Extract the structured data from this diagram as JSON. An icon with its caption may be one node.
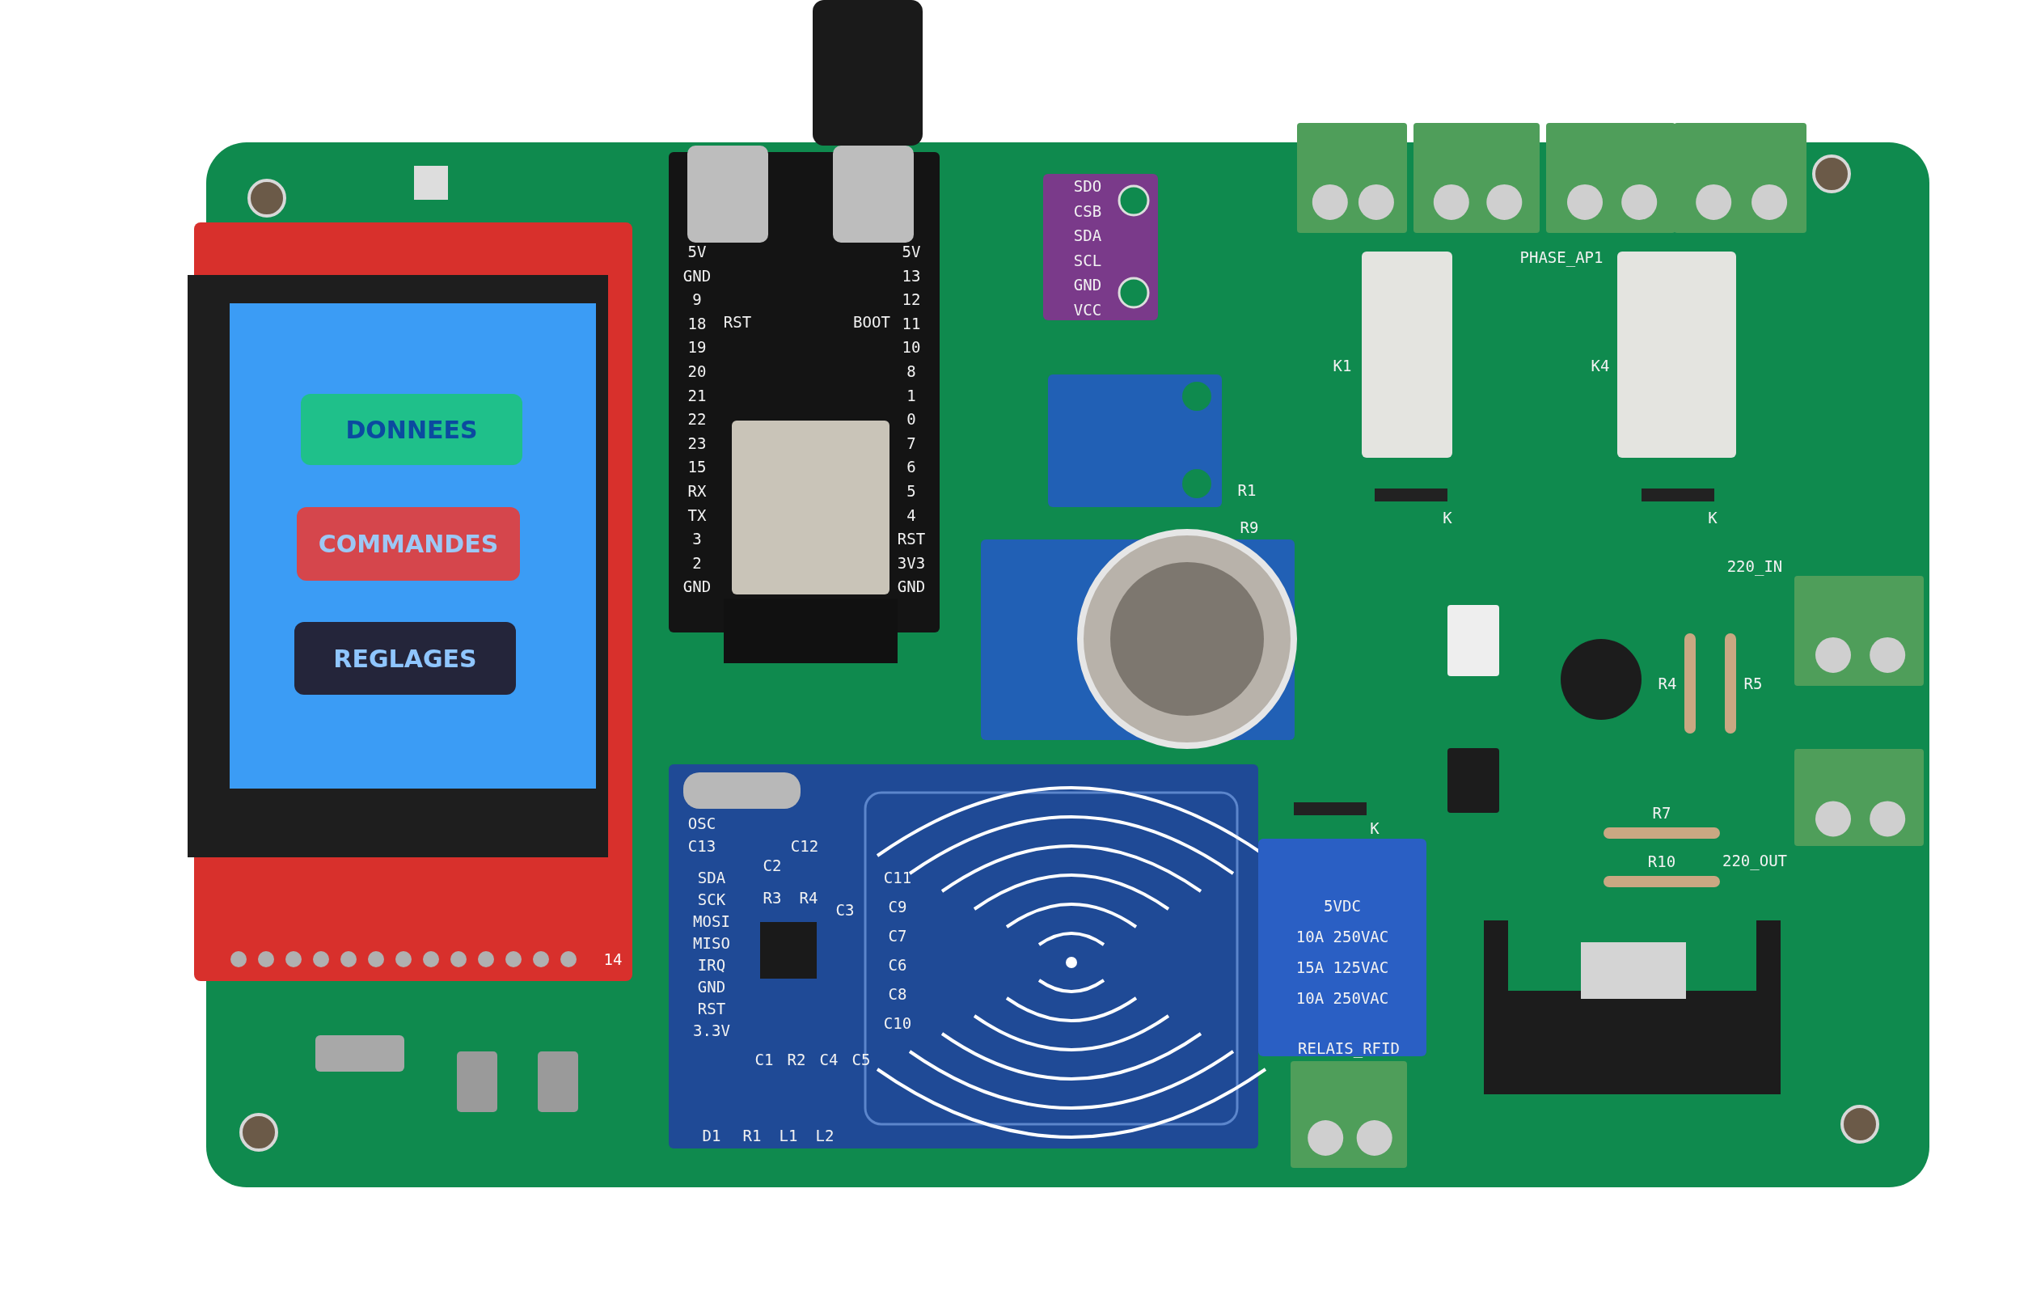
{
  "diagram": {
    "nodes": [
      {
        "text": [
          "DONNEES"
        ]
      },
      {
        "text": [
          "COMMANDES"
        ]
      },
      {
        "text": [
          "REGLAGES"
        ]
      }
    ],
    "labels": [
      "5V",
      "GND",
      "9",
      "18",
      "19",
      "20",
      "21",
      "22",
      "23",
      "15",
      "RX",
      "TX",
      "3",
      "2",
      "GND",
      "5V",
      "13",
      "12",
      "11",
      "10",
      "8",
      "1",
      "0",
      "7",
      "6",
      "5",
      "4",
      "RST",
      "3V3",
      "GND",
      "RST",
      "BOOT",
      "SDO",
      "CSB",
      "SDA",
      "SCL",
      "GND",
      "VCC",
      "R1",
      "R9",
      "PHASE_AP1",
      "K1",
      "K4",
      "K",
      "K",
      "220_IN",
      "220_OUT",
      "R4",
      "R5",
      "R7",
      "R10",
      "K",
      "RELAIS_RFID",
      "5VDC",
      "10A 250VAC",
      "15A 125VAC",
      "10A 250VAC",
      "OSC",
      "C13",
      "C12",
      "SDA",
      "SCK",
      "MOSI",
      "MISO",
      "IRQ",
      "GND",
      "RST",
      "3.3V",
      "C2",
      "R3",
      "R4",
      "C3",
      "C1",
      "R2",
      "C4",
      "C5",
      "D1",
      "R1",
      "L1",
      "L2",
      "C11",
      "C9",
      "C7",
      "C6",
      "C8",
      "C10",
      "14"
    ]
  }
}
